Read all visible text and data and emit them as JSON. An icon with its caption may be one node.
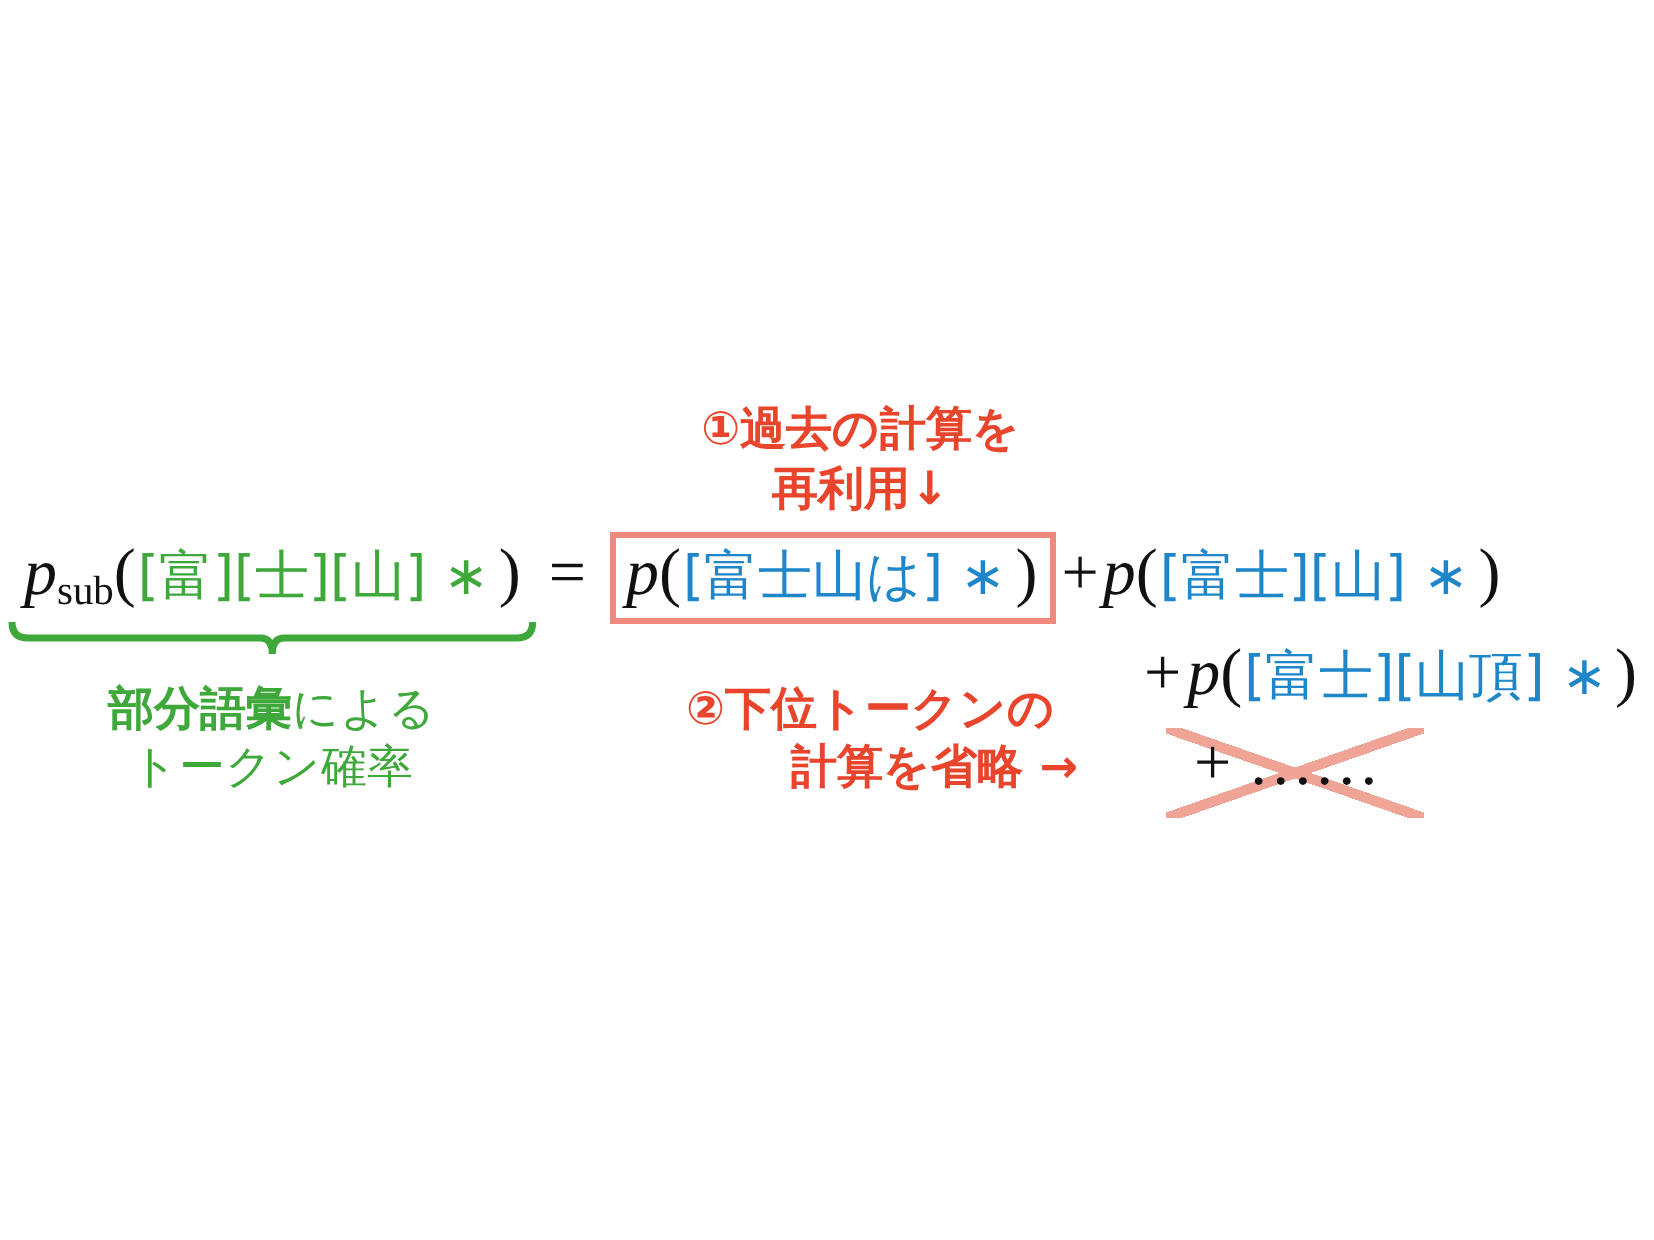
{
  "diagram": {
    "nodes": [
      {
        "text": [
          "*p*(",
          "[富士山は] ∗",
          ")"
        ],
        "beside": [
          "①過去の計算を再利用↓"
        ]
      }
    ],
    "labels": [
      "*p*$_{sub}$(",
      "[富][士][山] ∗",
      ")",
      "=",
      "+",
      "*p*(",
      "[富士][山] ∗",
      ")",
      "+",
      "*p*(",
      "[富士][山頂] ∗",
      ")",
      "**部分語彙**によるトークン確率",
      "②下位トークンの計算を省略 →",
      "+ ……"
    ]
  }
}
